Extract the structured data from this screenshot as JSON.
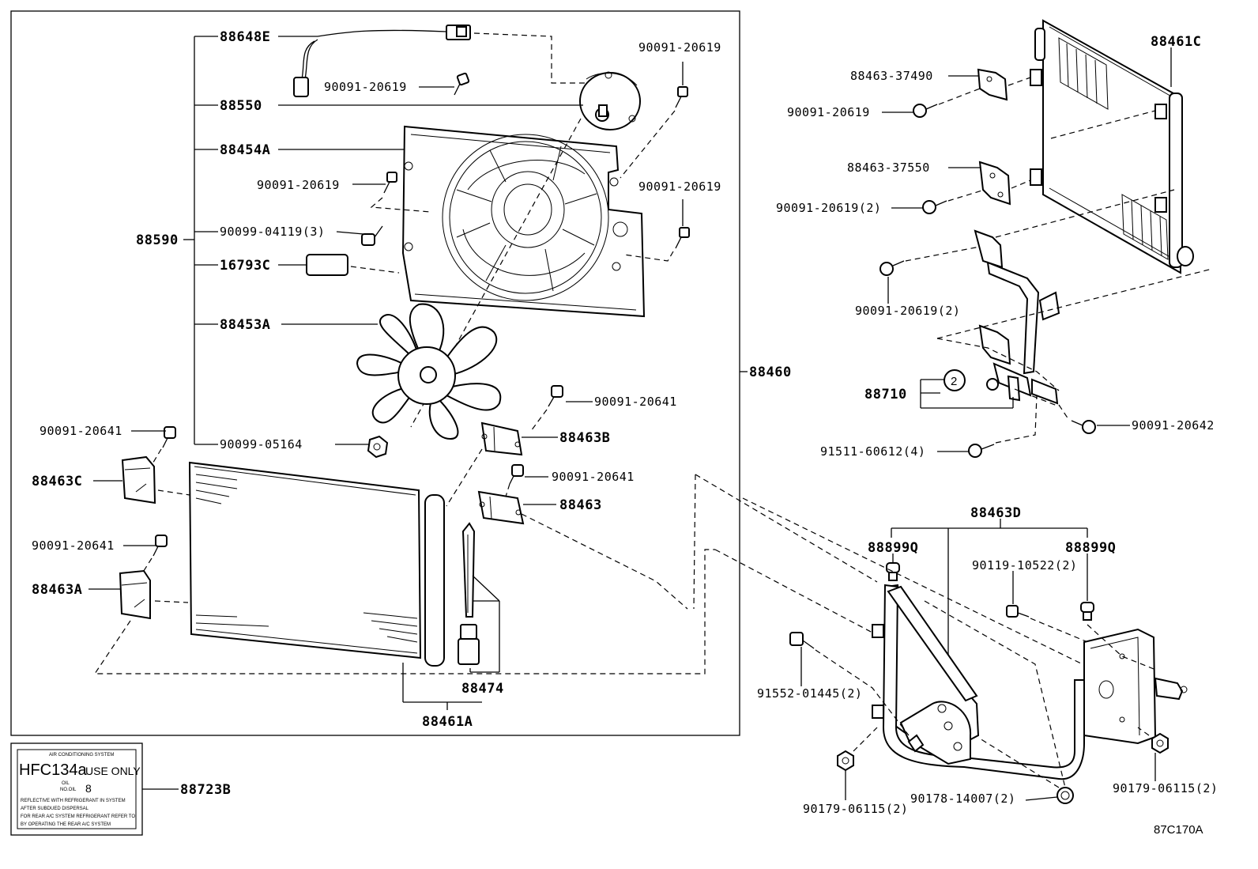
{
  "labels": {
    "p88648E": "88648E",
    "p88550": "88550",
    "p88454A": "88454A",
    "p88590": "88590",
    "p90099_04119": "90099-04119(3)",
    "p16793C": "16793C",
    "p88453A": "88453A",
    "p90099_05164": "90099-05164",
    "p90091_20619_a": "90091-20619",
    "p90091_20619_b": "90091-20619",
    "p90091_20619_c": "90091-20619",
    "p90091_20619_d": "90091-20619",
    "p88460": "88460",
    "p90091_20641_a": "90091-20641",
    "p88463B": "88463B",
    "p90091_20641_b": "90091-20641",
    "p88463": "88463",
    "p90091_20641_c": "90091-20641",
    "p88463C": "88463C",
    "p90091_20641_d": "90091-20641",
    "p88463A": "88463A",
    "p88474": "88474",
    "p88461A": "88461A",
    "p88723B": "88723B",
    "p88461C": "88461C",
    "p88463_37490": "88463-37490",
    "p90091_20619_e": "90091-20619",
    "p88463_37550": "88463-37550",
    "p90091_20619_f": "90091-20619(2)",
    "p90091_20619_g": "90091-20619(2)",
    "p88710": "88710",
    "p90091_20642": "90091-20642",
    "p91511_60612": "91511-60612(4)",
    "p88463D": "88463D",
    "p88899Q_a": "88899Q",
    "p88899Q_b": "88899Q",
    "p90119_10522": "90119-10522(2)",
    "p91552_01445": "91552-01445(2)",
    "p90178_14007": "90178-14007(2)",
    "p90179_06115_a": "90179-06115(2)",
    "p90179_06115_b": "90179-06115(2)",
    "circle_qty": "2",
    "ref_code": "87C170A"
  },
  "decal": {
    "header": "AIR CONDITIONING SYSTEM",
    "main_left": "HFC134a",
    "main_right": "USE ONLY",
    "oil_label": "OIL",
    "no_label": "NO.OIL",
    "oil_number": "8",
    "line1": "REFLECTIVE WITH REFRIGERANT IN SYSTEM",
    "line2": "AFTER SUBDUED DISPERSAL",
    "line3": "FOR REAR A/C SYSTEM REFRIGERANT REFER TO",
    "line4": "BY OPERATING THE REAR A/C SYSTEM"
  }
}
